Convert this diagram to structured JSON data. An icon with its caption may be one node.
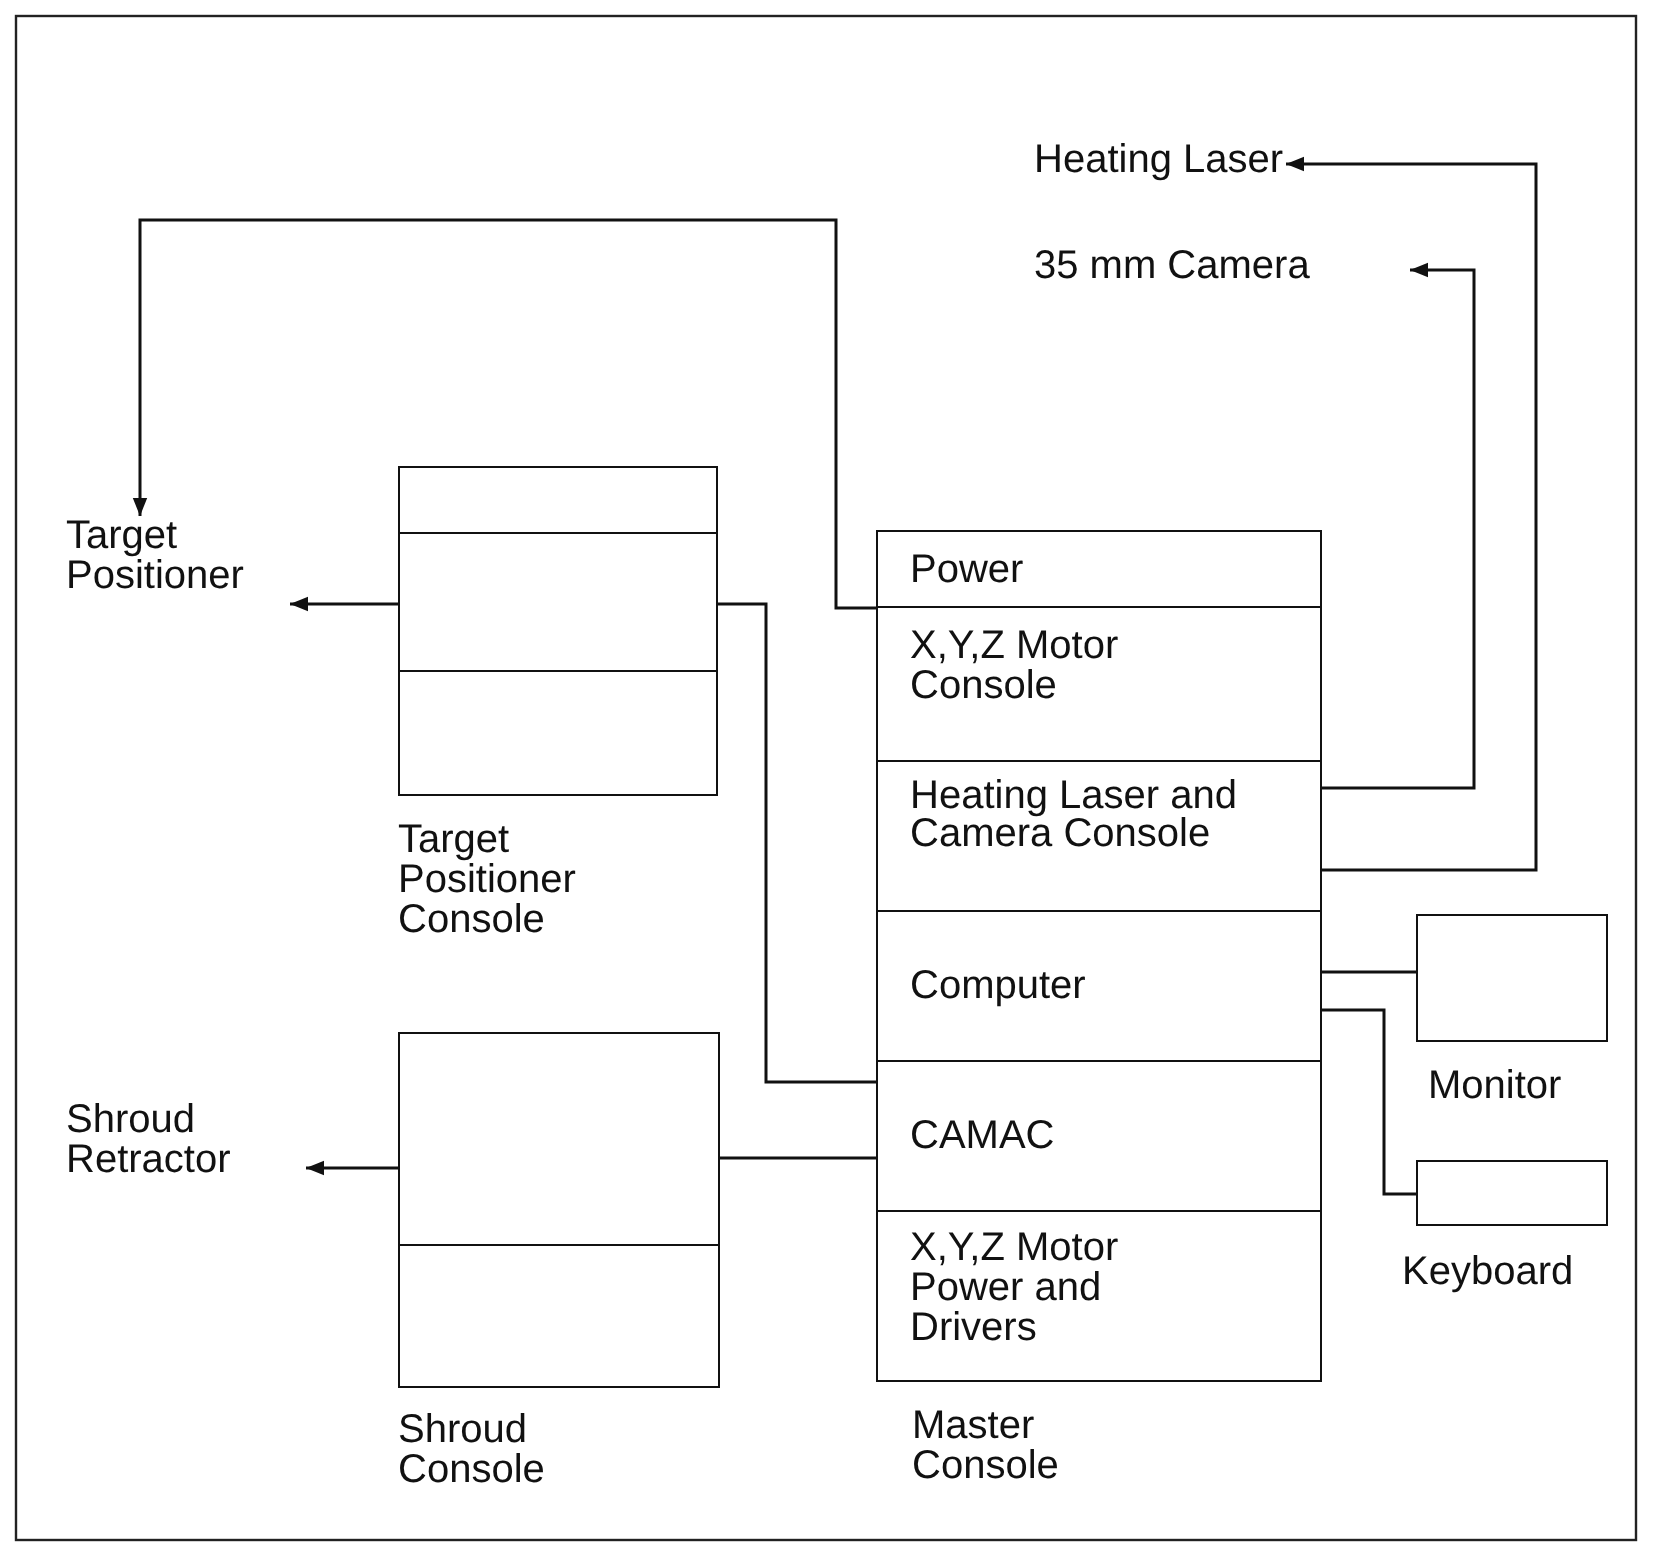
{
  "diagram": {
    "nodes": [
      {
        "text": [
          "Heating Laser"
        ]
      },
      {
        "text": [
          "35 mm Camera"
        ]
      },
      {
        "text": [
          "Target Positioner"
        ]
      },
      {
        "text": [
          "Target Positioner Console"
        ]
      },
      {
        "text": [],
        "shape": "box",
        "in": 3
      },
      {
        "text": [],
        "shape": "box",
        "in": 3
      },
      {
        "text": [],
        "shape": "box",
        "in": 3
      },
      {
        "text": [
          "Shroud Retractor"
        ]
      },
      {
        "text": [
          "Shroud Console"
        ]
      },
      {
        "text": [],
        "shape": "box",
        "in": 8
      },
      {
        "text": [],
        "shape": "box",
        "in": 8
      },
      {
        "text": [
          "Master Console"
        ]
      },
      {
        "text": [
          "Power"
        ],
        "in": 11
      },
      {
        "text": [
          "X,Y,Z Motor Console"
        ],
        "in": 11
      },
      {
        "text": [
          "Heating Laser and Camera Console"
        ],
        "in": 11
      },
      {
        "text": [
          "Computer"
        ],
        "in": 11
      },
      {
        "text": [
          "CAMAC"
        ],
        "in": 11
      },
      {
        "text": [
          "X,Y,Z Motor Power and Drivers"
        ],
        "in": 11
      },
      {
        "text": [
          "Monitor"
        ]
      },
      {
        "text": [
          "Keyboard"
        ]
      }
    ],
    "edges": [
      {
        "from": 13,
        "to": 2,
        "arrow": "to"
      },
      {
        "from": 5,
        "to": 2,
        "arrow": "to"
      },
      {
        "from": 5,
        "to": 16,
        "arrow": "none"
      },
      {
        "from": 14,
        "to": 1,
        "arrow": "to"
      },
      {
        "from": 14,
        "to": 0,
        "arrow": "to"
      },
      {
        "from": 9,
        "to": 7,
        "arrow": "to"
      },
      {
        "from": 9,
        "to": 16,
        "arrow": "none"
      },
      {
        "from": 15,
        "to": 18,
        "arrow": "none"
      },
      {
        "from": 15,
        "to": 19,
        "arrow": "none"
      }
    ]
  }
}
